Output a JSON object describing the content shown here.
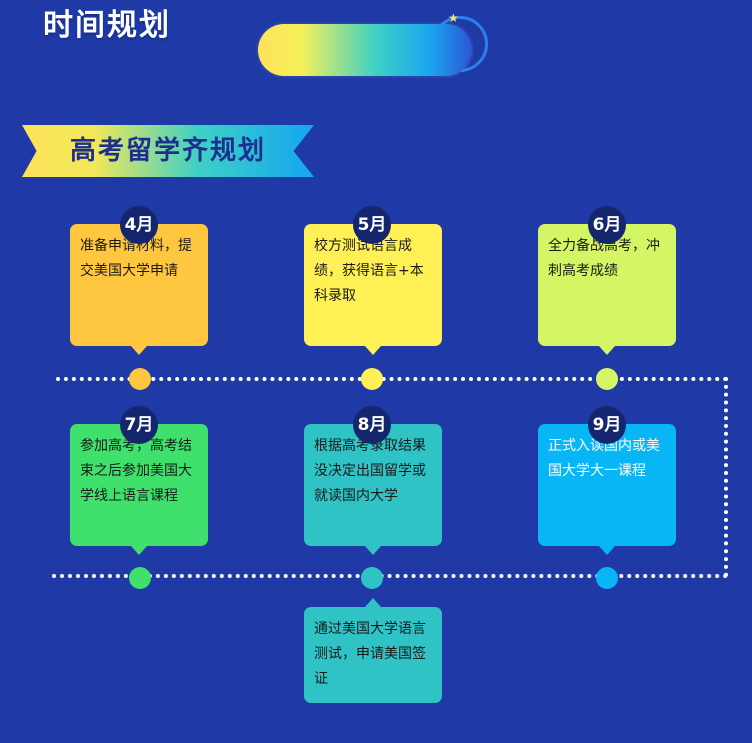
{
  "header": {
    "title": "时间规划"
  },
  "section": {
    "title": "高考留学齐规划"
  },
  "timeline": [
    {
      "month": "4月",
      "text": "准备申请材料，提交美国大学申请",
      "color": "#ffc740"
    },
    {
      "month": "5月",
      "text": "校方测试语言成绩，获得语言+本科录取",
      "color": "#fff056"
    },
    {
      "month": "6月",
      "text": "全力备战高考，冲刺高考成绩",
      "color": "#d4f564"
    },
    {
      "month": "7月",
      "text": "参加高考，高考结束之后参加美国大学线上语言课程",
      "color": "#3fe06c"
    },
    {
      "month": "8月",
      "text": "根据高考录取结果没决定出国留学或就读国内大学",
      "color": "#2fc3c6"
    },
    {
      "month": "9月",
      "text": "正式入读国内或美国大学大一课程",
      "color": "#08b6f5"
    }
  ],
  "extra_step": {
    "text": "通过美国大学语言测试，申请美国签证",
    "color": "#2fc3c6"
  }
}
